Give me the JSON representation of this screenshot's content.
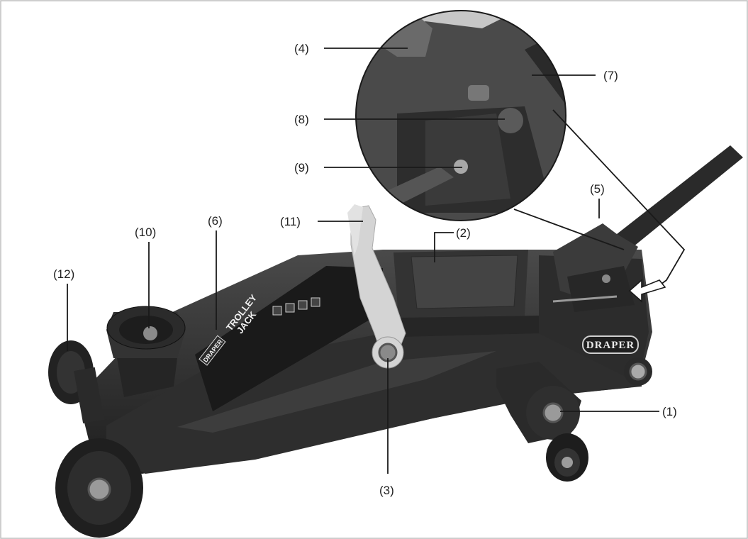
{
  "labels": [
    {
      "id": "1",
      "text": "(1)"
    },
    {
      "id": "2",
      "text": "(2)"
    },
    {
      "id": "3",
      "text": "(3)"
    },
    {
      "id": "4",
      "text": "(4)"
    },
    {
      "id": "5",
      "text": "(5)"
    },
    {
      "id": "6",
      "text": "(6)"
    },
    {
      "id": "7",
      "text": "(7)"
    },
    {
      "id": "8",
      "text": "(8)"
    },
    {
      "id": "9",
      "text": "(9)"
    },
    {
      "id": "10",
      "text": "(10)"
    },
    {
      "id": "11",
      "text": "(11)"
    },
    {
      "id": "12",
      "text": "(12)"
    }
  ],
  "branding": {
    "logo": "DRAPER",
    "sticker_brand": "DRAPER",
    "sticker_line1": "TROLLEY",
    "sticker_line2": "JACK"
  },
  "colors": {
    "body": "#2b2b2b",
    "body_highlight": "#4a4a4a",
    "saddle_grey": "#d4d4d4",
    "line": "#1a1a1a",
    "frame": "#bdbdbd"
  }
}
